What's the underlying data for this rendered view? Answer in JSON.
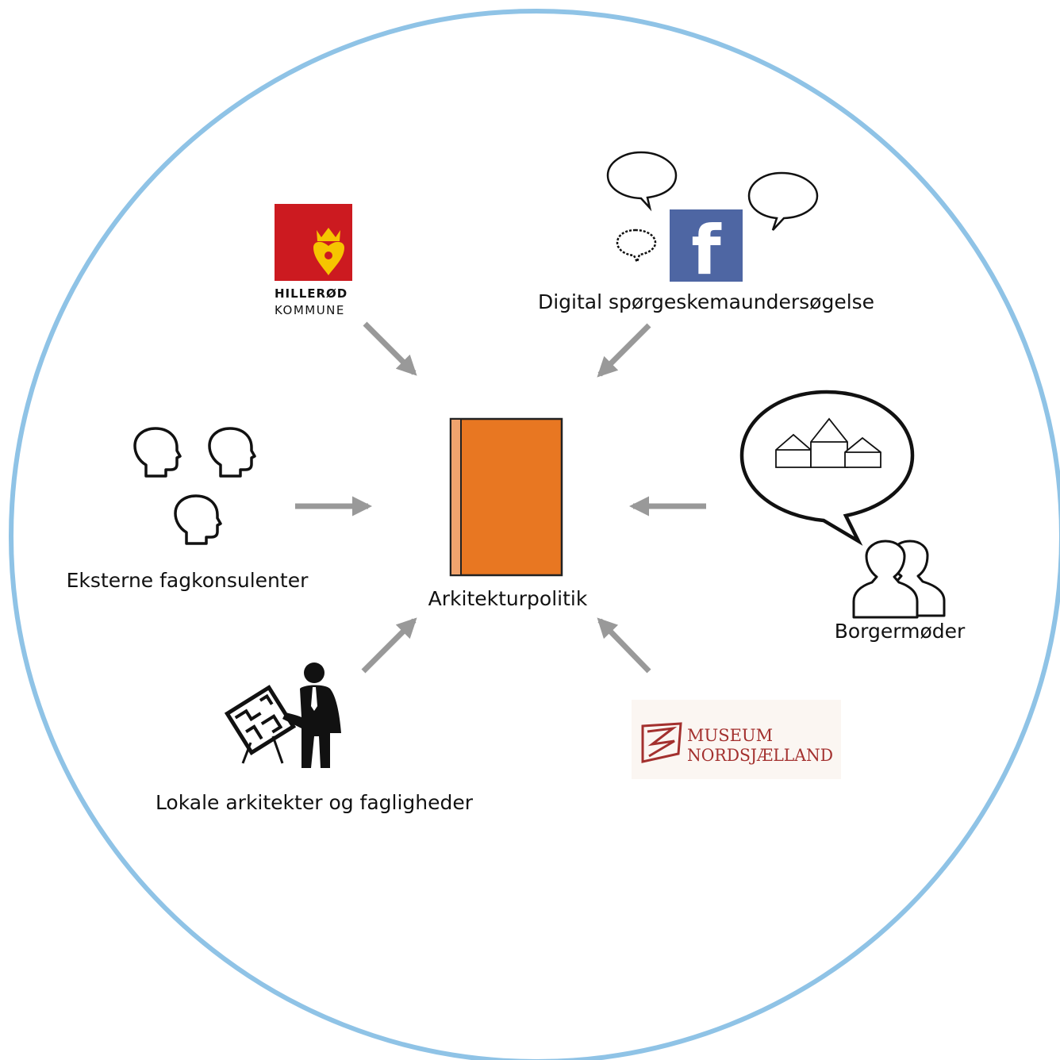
{
  "diagram": {
    "center": {
      "label": "Arkitekturpolitik",
      "book_color": "#e87722",
      "spine_color": "#f0a36e"
    },
    "circle_color": "#8fc3e6",
    "arrow_color": "#999999",
    "sources": {
      "municipality": {
        "logo_line1": "HILLERØD",
        "logo_line2": "KOMMUNE",
        "logo_color": "#cc1a20",
        "crest_color": "#f6c500"
      },
      "digital": {
        "label": "Digital spørgeskemaundersøgelse",
        "icon": "facebook-icon",
        "fb_letter": "f",
        "fb_color": "#4e66a3"
      },
      "consultants": {
        "label": "Eksterne fagkonsulenter",
        "icon": "head-icon"
      },
      "citizens": {
        "label": "Borgermøder",
        "icon": "people-icon"
      },
      "architects": {
        "label": "Lokale arkitekter og fagligheder",
        "icon": "architect-icon"
      },
      "museum": {
        "logo_line1": "MUSEUM",
        "logo_line2": "NORDSJÆLLAND",
        "logo_color": "#a3302e"
      }
    }
  }
}
